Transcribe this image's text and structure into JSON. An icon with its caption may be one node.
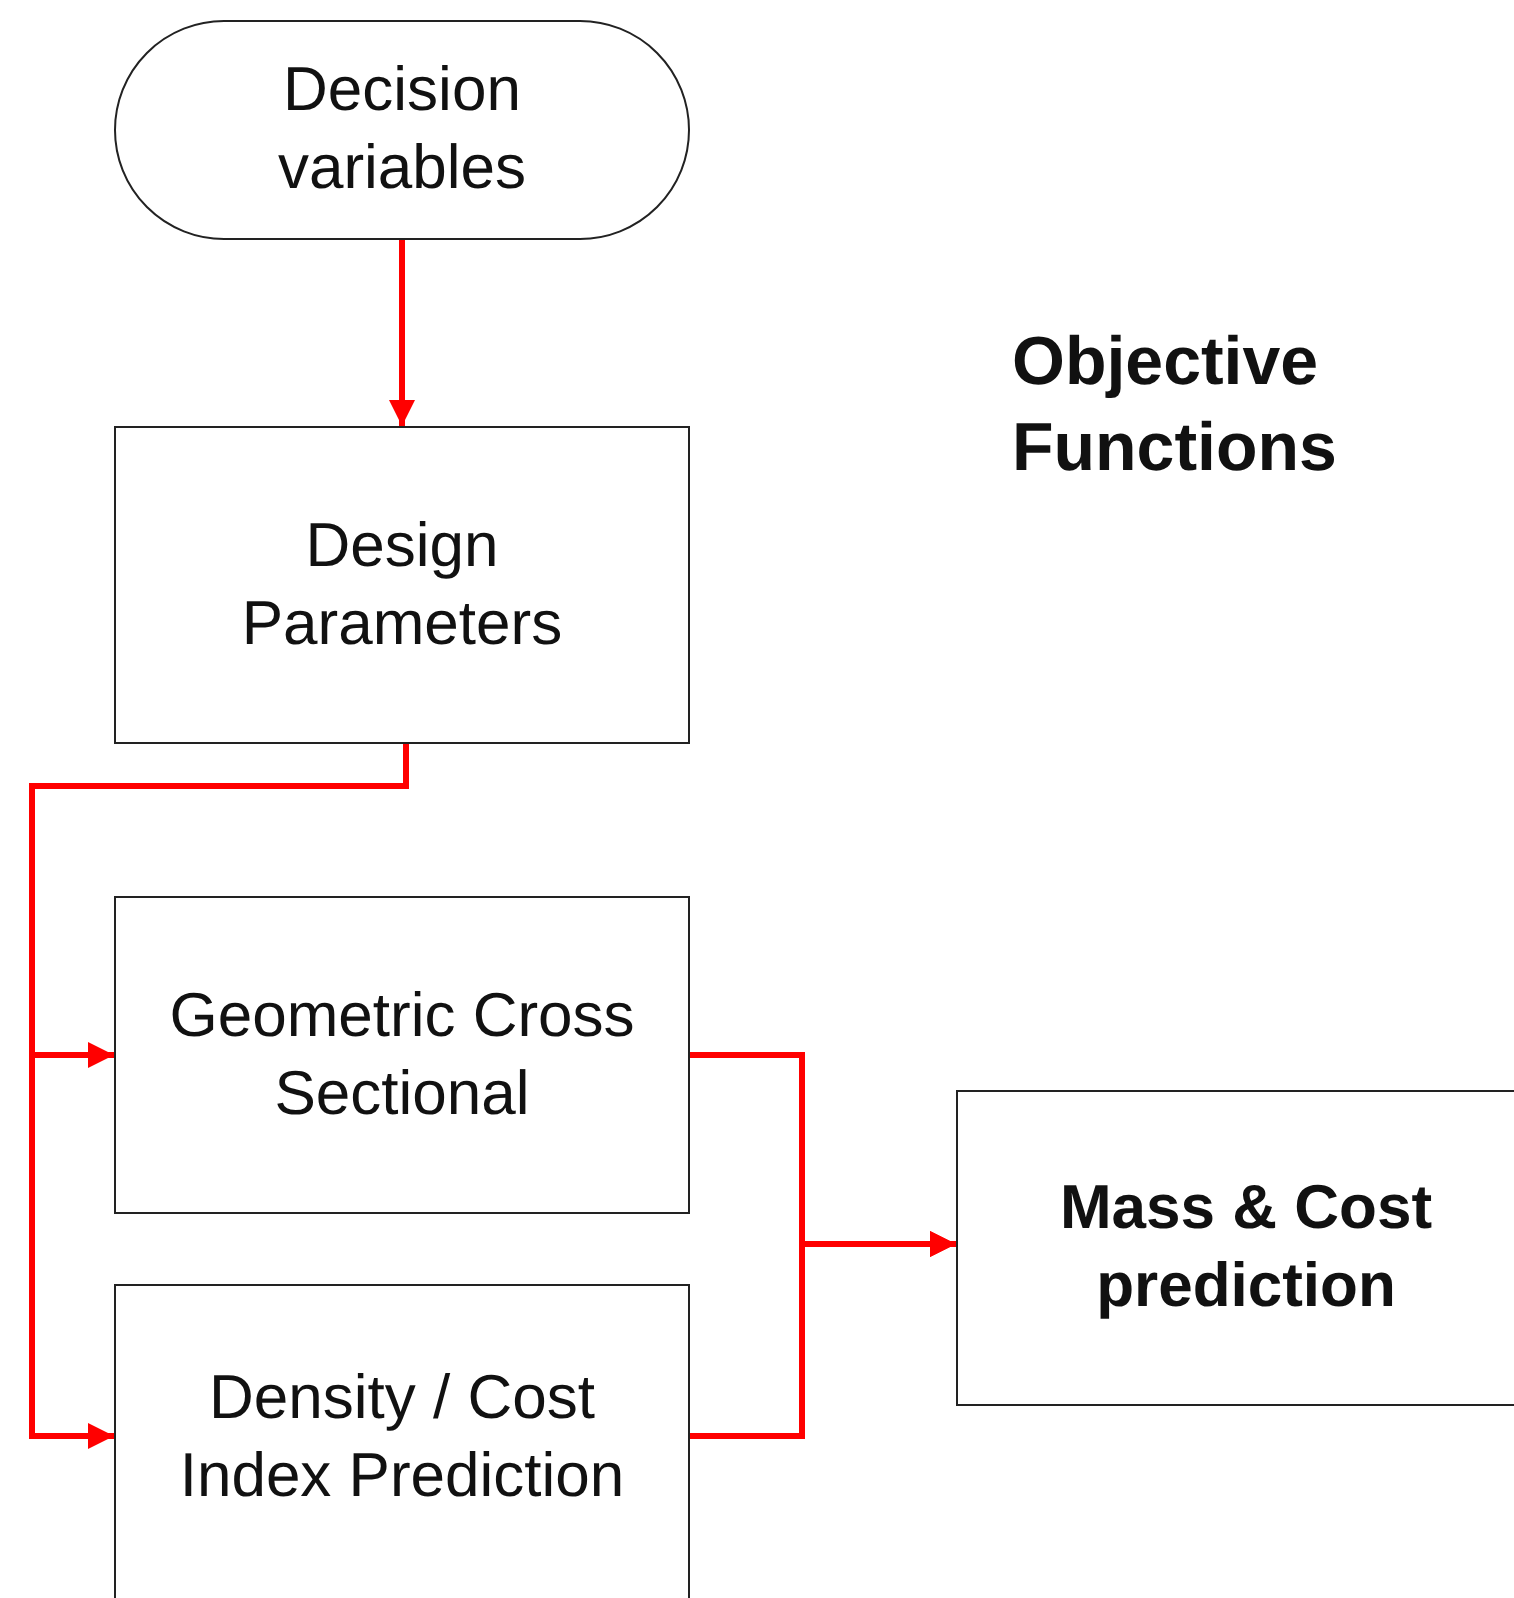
{
  "diagram": {
    "nodes": [
      {
        "text": [
          "Decision variables"
        ]
      },
      {
        "text": [
          "Design Parameters"
        ]
      },
      {
        "text": [
          "Geometric Cross Sectional"
        ]
      },
      {
        "text": [
          "Density / Cost Index Prediction"
        ]
      },
      {
        "text": [
          "Mass & Cost prediction"
        ]
      }
    ],
    "edges": [
      {
        "from": 0,
        "to": 1,
        "arrow": "to"
      },
      {
        "from": 1,
        "to": 2,
        "arrow": "to"
      },
      {
        "from": 1,
        "to": 3,
        "arrow": "to"
      },
      {
        "from": 2,
        "to": 4,
        "arrow": "to"
      },
      {
        "from": 3,
        "to": 4,
        "arrow": "to"
      }
    ],
    "labels": [
      "Objective Functions"
    ]
  }
}
